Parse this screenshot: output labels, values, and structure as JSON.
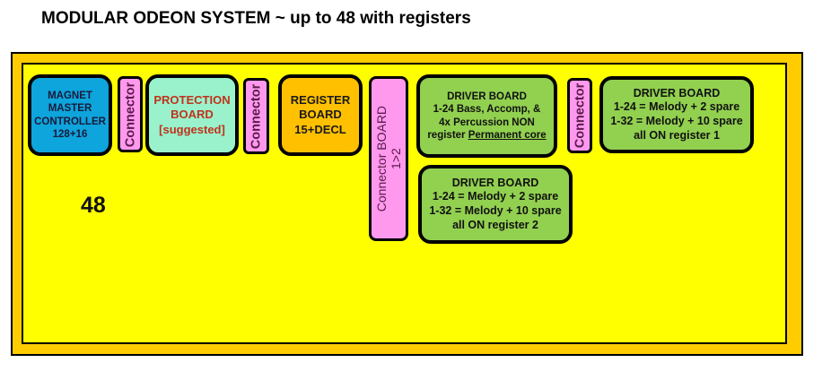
{
  "title": "MODULAR ODEON SYSTEM ~ up to 48 with registers",
  "count_label": "48",
  "colors": {
    "outer_frame": "#ffcc00",
    "inner_frame": "#ffff00",
    "magnet_controller": "#0ea4dc",
    "protection_board": "#99f2cc",
    "protection_text": "#c0321c",
    "register_board": "#ffc000",
    "driver_board": "#92d050",
    "connector": "#ff99ee"
  },
  "components": {
    "magnet_controller": {
      "lines": [
        "MAGNET",
        "MASTER",
        "CONTROLLER",
        "128+16"
      ]
    },
    "connector_1": {
      "label": "Connector"
    },
    "protection_board": {
      "lines": [
        "PROTECTION",
        "BOARD",
        "[suggested]"
      ]
    },
    "connector_2": {
      "label": "Connector"
    },
    "register_board": {
      "lines": [
        "REGISTER",
        "BOARD",
        "15+DECL"
      ]
    },
    "connector_board": {
      "line1": "Connector  BOARD",
      "line2": "1>2"
    },
    "driver_core": {
      "lines": [
        "DRIVER BOARD",
        "1-24 Bass, Accomp, &",
        "4x Percussion NON"
      ],
      "last_line_prefix": "register ",
      "last_line_underlined": "Permanent core"
    },
    "connector_4": {
      "label": "Connector"
    },
    "driver_register_1": {
      "lines": [
        "DRIVER BOARD",
        "1-24 = Melody + 2 spare",
        "1-32 = Melody + 10 spare",
        "all ON register 1"
      ]
    },
    "driver_register_2": {
      "lines": [
        "DRIVER BOARD",
        "1-24 = Melody + 2 spare",
        "1-32 = Melody + 10 spare",
        "all ON register 2"
      ]
    }
  }
}
